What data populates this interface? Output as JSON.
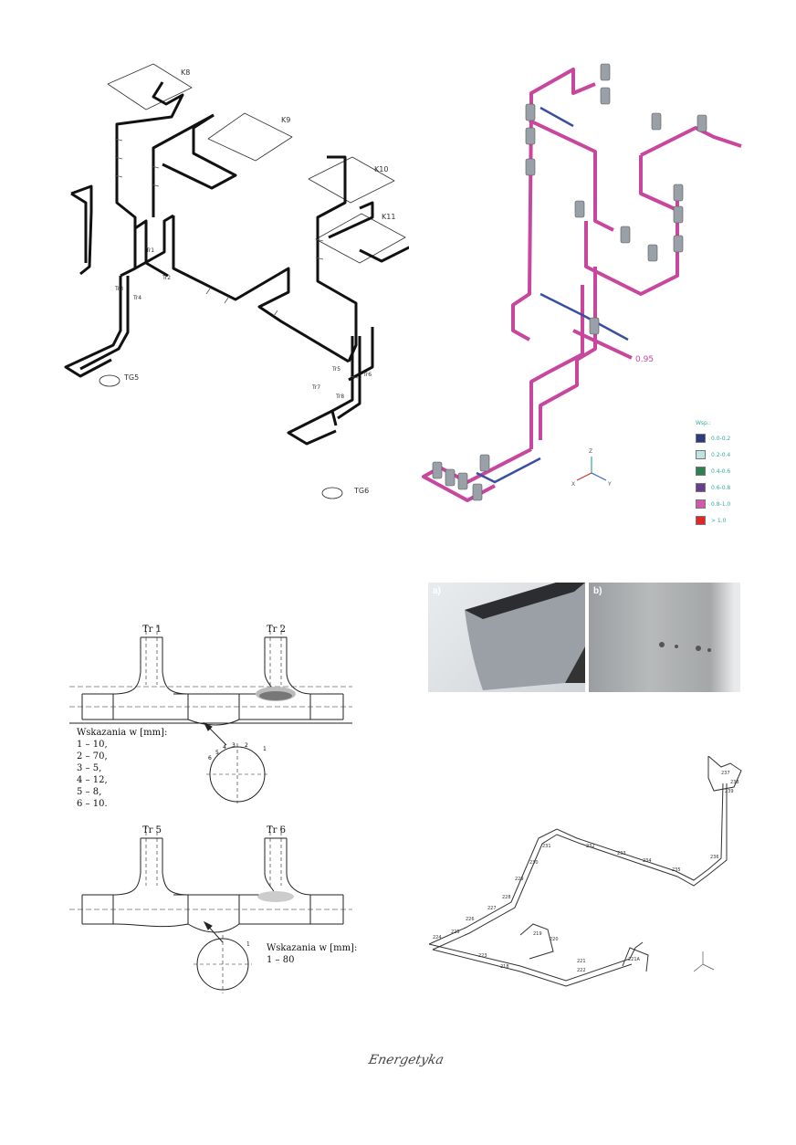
{
  "fig_top_left": {
    "labels": {
      "k8": "K8",
      "k9": "K9",
      "k10": "K10",
      "k11": "K11",
      "tg5": "TG5",
      "tg6": "TG6",
      "tr1": "Tr1",
      "tr2": "Tr2",
      "tr3": "Tr3",
      "tr4": "Tr4",
      "tr5": "Tr5",
      "tr6": "Tr6",
      "tr7": "Tr7",
      "tr8": "Tr8"
    }
  },
  "fig_top_right": {
    "value_label": "0.95",
    "axis": {
      "x": "X",
      "y": "Y",
      "z": "Z"
    },
    "legend": {
      "title": "Wsp.:",
      "items": [
        {
          "label": "0.0-0.2",
          "color": "#2f3a7e"
        },
        {
          "label": "0.2-0.4",
          "color": "#bfe3df"
        },
        {
          "label": "0.4-0.6",
          "color": "#2f7f53"
        },
        {
          "label": "0.6-0.8",
          "color": "#6a3c8c"
        },
        {
          "label": "0.8-1.0",
          "color": "#d35aa8"
        },
        {
          "label": "> 1.0",
          "color": "#e0262b"
        }
      ]
    },
    "pipe_colors": {
      "main": "#c8479e",
      "secondary": "#3a4fa0"
    }
  },
  "fig_tee_top": {
    "tr_left": "Tr 1",
    "tr_right": "Tr 2",
    "indications_title": "Wskazania w [mm]:",
    "indications": [
      "1 – 10,",
      "2 – 70,",
      "3 – 5,",
      "4 – 12,",
      "5 – 8,",
      "6 – 10."
    ],
    "circle_marks": [
      "1",
      "2",
      "3",
      "4",
      "5",
      "6"
    ]
  },
  "fig_tee_bottom": {
    "tr_left": "Tr 5",
    "tr_right": "Tr 6",
    "indications_title": "Wskazania w [mm]:",
    "indications": [
      "1 – 80"
    ],
    "circle_marks": [
      "1"
    ]
  },
  "photos": {
    "a": "a)",
    "b": "b)"
  },
  "fig_bottom_right": {
    "labels": [
      "231",
      "232",
      "233",
      "234",
      "235",
      "236",
      "230",
      "229",
      "228",
      "227",
      "226",
      "225",
      "224",
      "223",
      "222",
      "221A",
      "218",
      "219",
      "220",
      "221",
      "237",
      "238",
      "239"
    ]
  },
  "footer": {
    "logo": "Energetyka"
  }
}
